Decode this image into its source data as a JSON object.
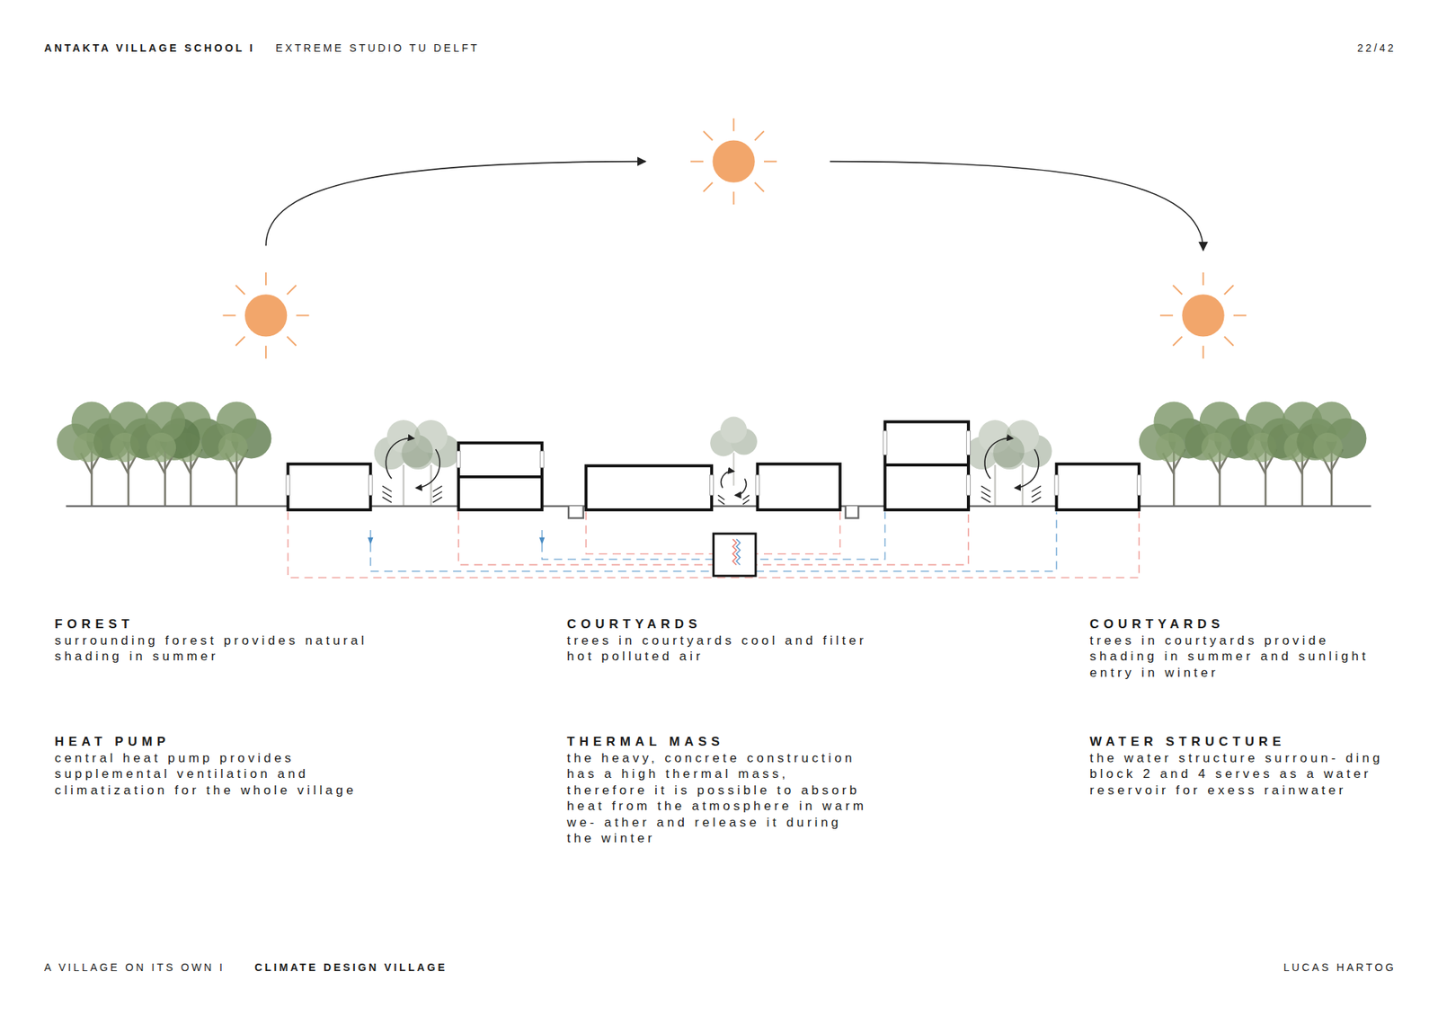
{
  "diagram": {
    "labels": [
      "ANTAKTA VILLAGE SCHOOL I",
      "EXTREME STUDIO TU DELFT",
      "22/42",
      "FOREST",
      "surrounding forest provides natural shading in summer",
      "COURTYARDS",
      "trees in courtyards cool and filter hot polluted air",
      "COURTYARDS",
      "trees in courtyards provide shading in summer and sunlight entry in winter",
      "HEAT PUMP",
      "central heat pump provides supplemental ventilation and climatization for the whole village",
      "THERMAL MASS",
      "the heavy, concrete construction has a high thermal mass, therefore it is possible to absorb heat from the atmosphere in warm we- ather and release it during the winter",
      "WATER STRUCTURE",
      "the water structure surroun- ding block 2 and 4 serves as a water reservoir for exess rainwater",
      "A VILLAGE ON ITS OWN I",
      "CLIMATE DESIGN VILLAGE",
      "LUCAS HARTOG"
    ]
  }
}
